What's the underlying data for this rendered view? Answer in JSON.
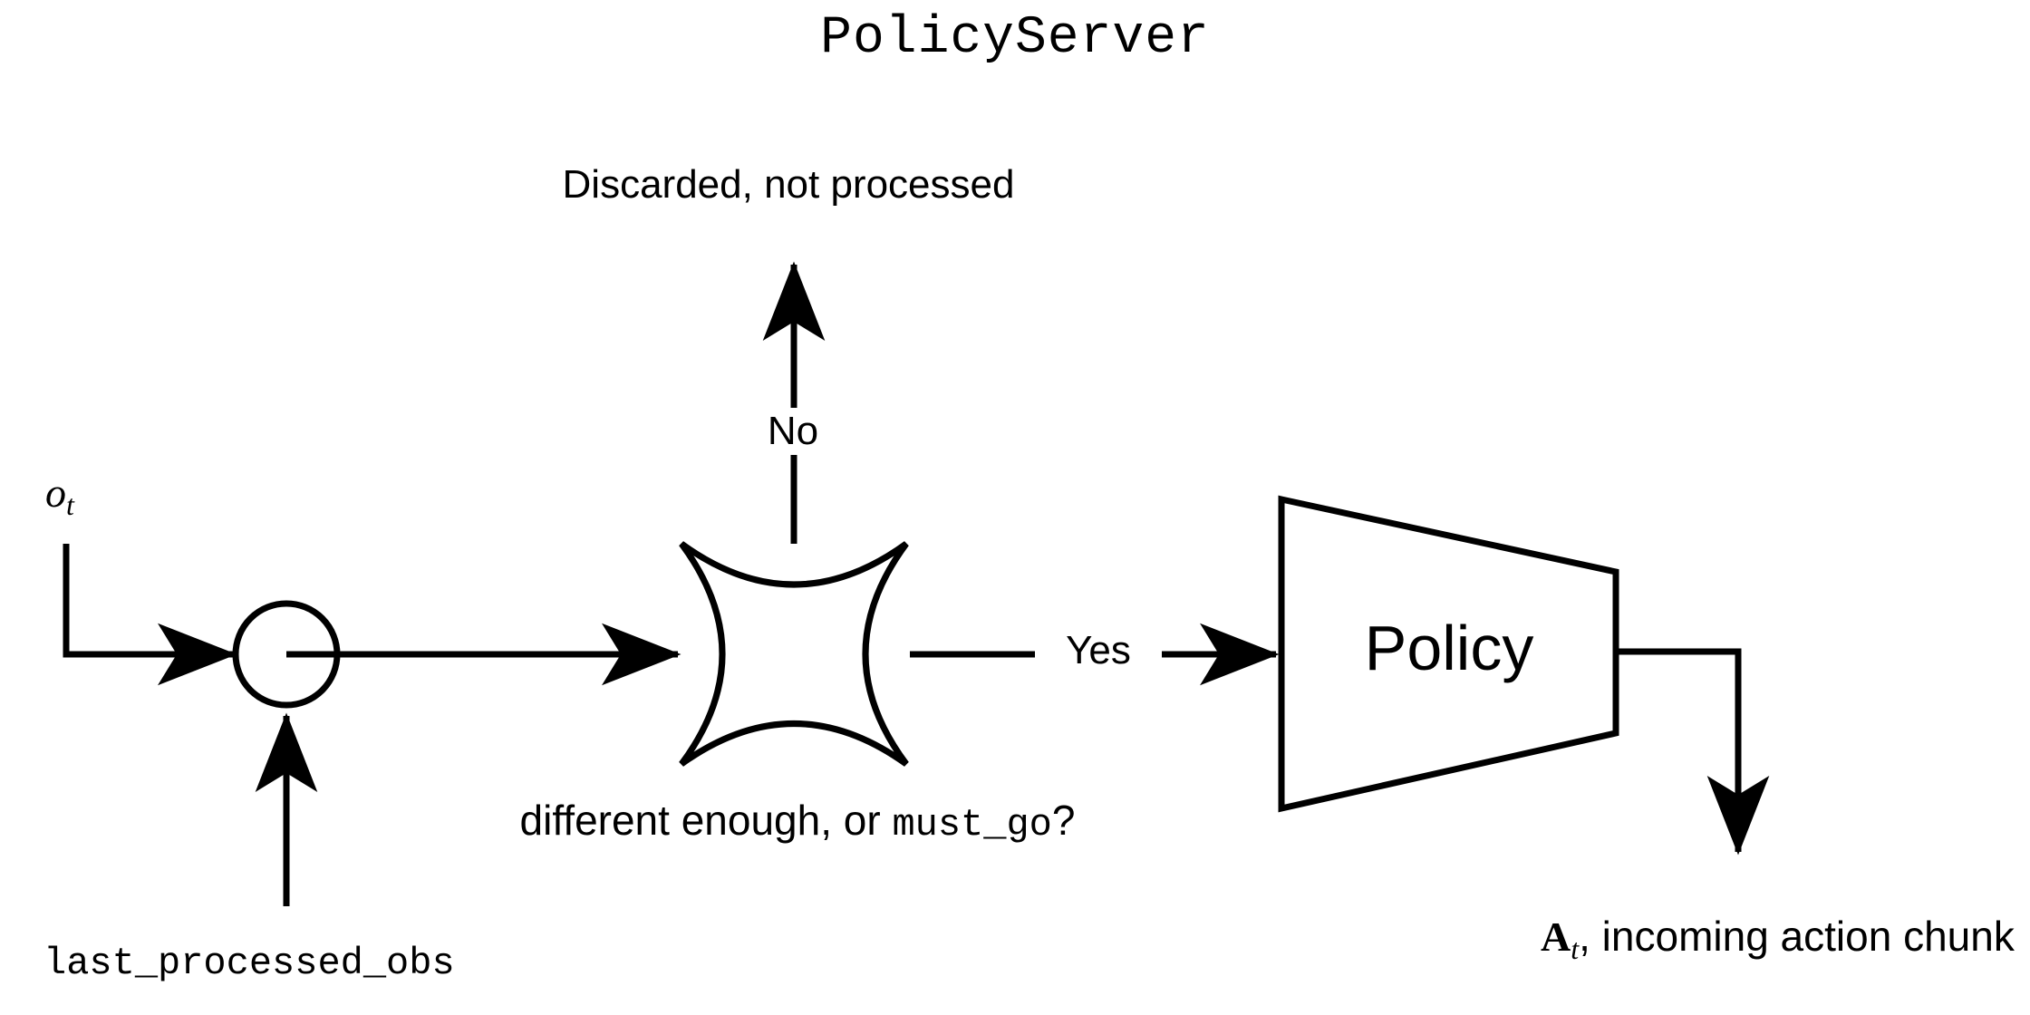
{
  "title": "PolicyServer",
  "diagram": {
    "type": "flowchart",
    "stroke_color": "#000000",
    "background_color": "#ffffff",
    "nodes": {
      "junction": {
        "name": "merge-junction",
        "shape": "circle"
      },
      "decision": {
        "name": "decision-node",
        "shape": "concave-four-point-star",
        "caption_prefix": "different enough, or ",
        "caption_code": "must_go",
        "caption_suffix": "?"
      },
      "policy": {
        "name": "policy-block",
        "shape": "trapezoid",
        "label": "Policy"
      }
    },
    "labels": {
      "discarded": "Discarded, not processed",
      "no_branch": "No",
      "yes_branch": "Yes",
      "observation_symbol": "o",
      "observation_subscript": "t",
      "last_processed_obs": "last_processed_obs",
      "action_chunk_symbol": "A",
      "action_chunk_subscript": "t",
      "action_chunk_text": ", incoming action chunk"
    }
  }
}
